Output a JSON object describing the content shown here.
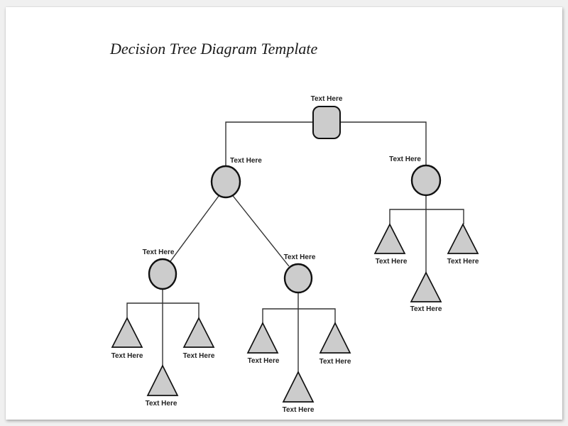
{
  "page": {
    "title": "Decision Tree Diagram Template"
  },
  "diagram": {
    "root": {
      "label": "Text Here",
      "shape": "rounded-rectangle"
    },
    "level1": {
      "left": {
        "label": "Text Here",
        "shape": "ellipse"
      },
      "right": {
        "label": "Text Here",
        "shape": "ellipse"
      }
    },
    "level2": {
      "left": {
        "label": "Text Here",
        "shape": "ellipse"
      },
      "middle": {
        "label": "Text Here",
        "shape": "ellipse"
      }
    },
    "leaves": {
      "left_group": [
        "Text Here",
        "Text Here",
        "Text Here"
      ],
      "middle_group": [
        "Text Here",
        "Text Here",
        "Text Here"
      ],
      "right_group": [
        "Text Here",
        "Text Here",
        "Text Here"
      ]
    }
  },
  "colors": {
    "canvas_background": "#f0f0f0",
    "page_background": "#ffffff",
    "node_fill": "#cccccc",
    "node_stroke": "#111111",
    "connector": "#333333",
    "label": "#222222",
    "title": "#1a1a1a"
  }
}
